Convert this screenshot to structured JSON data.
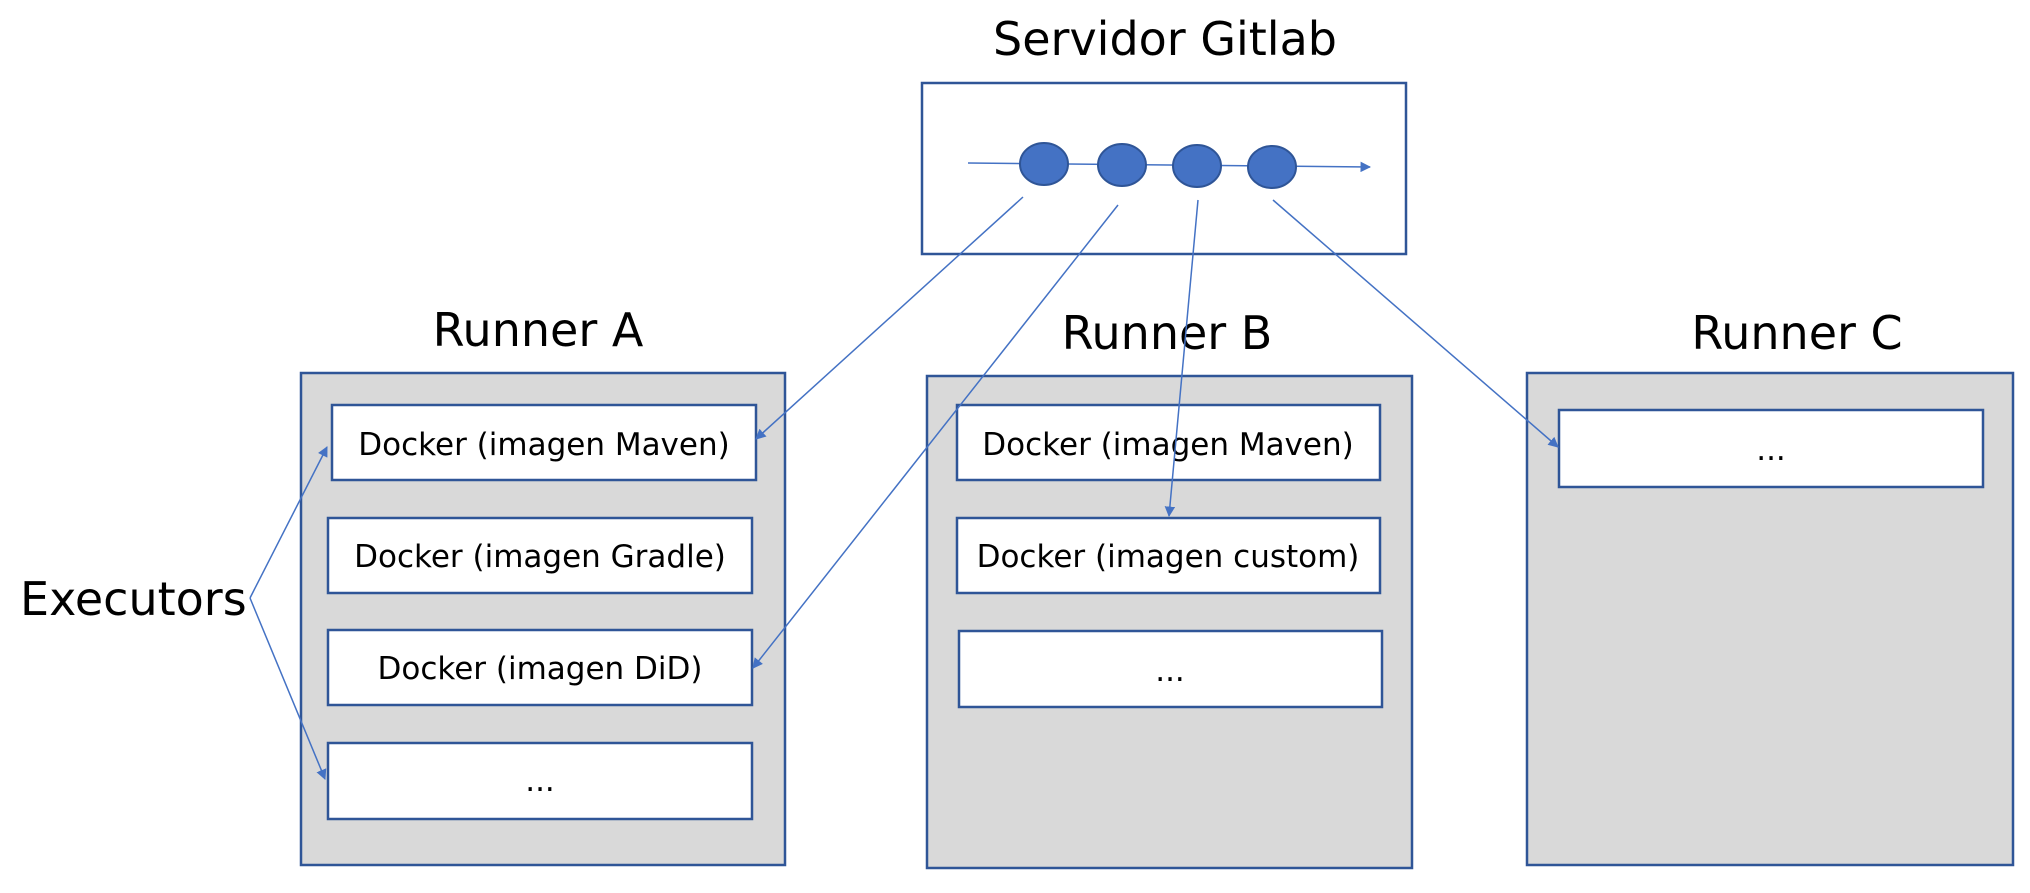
{
  "server": {
    "title": "Servidor Gitlab"
  },
  "executors_label": "Executors",
  "runners": [
    {
      "title": "Runner A",
      "executors": [
        "Docker (imagen Maven)",
        "Docker (imagen Gradle)",
        "Docker (imagen DiD)",
        "..."
      ]
    },
    {
      "title": "Runner B",
      "executors": [
        "Docker (imagen Maven)",
        "Docker (imagen custom)",
        "..."
      ]
    },
    {
      "title": "Runner C",
      "executors": [
        "..."
      ]
    }
  ],
  "colors": {
    "border": "#2F5597",
    "runner_fill": "#D9D9D9",
    "node_fill": "#4472C4",
    "arrow": "#4472C4"
  }
}
